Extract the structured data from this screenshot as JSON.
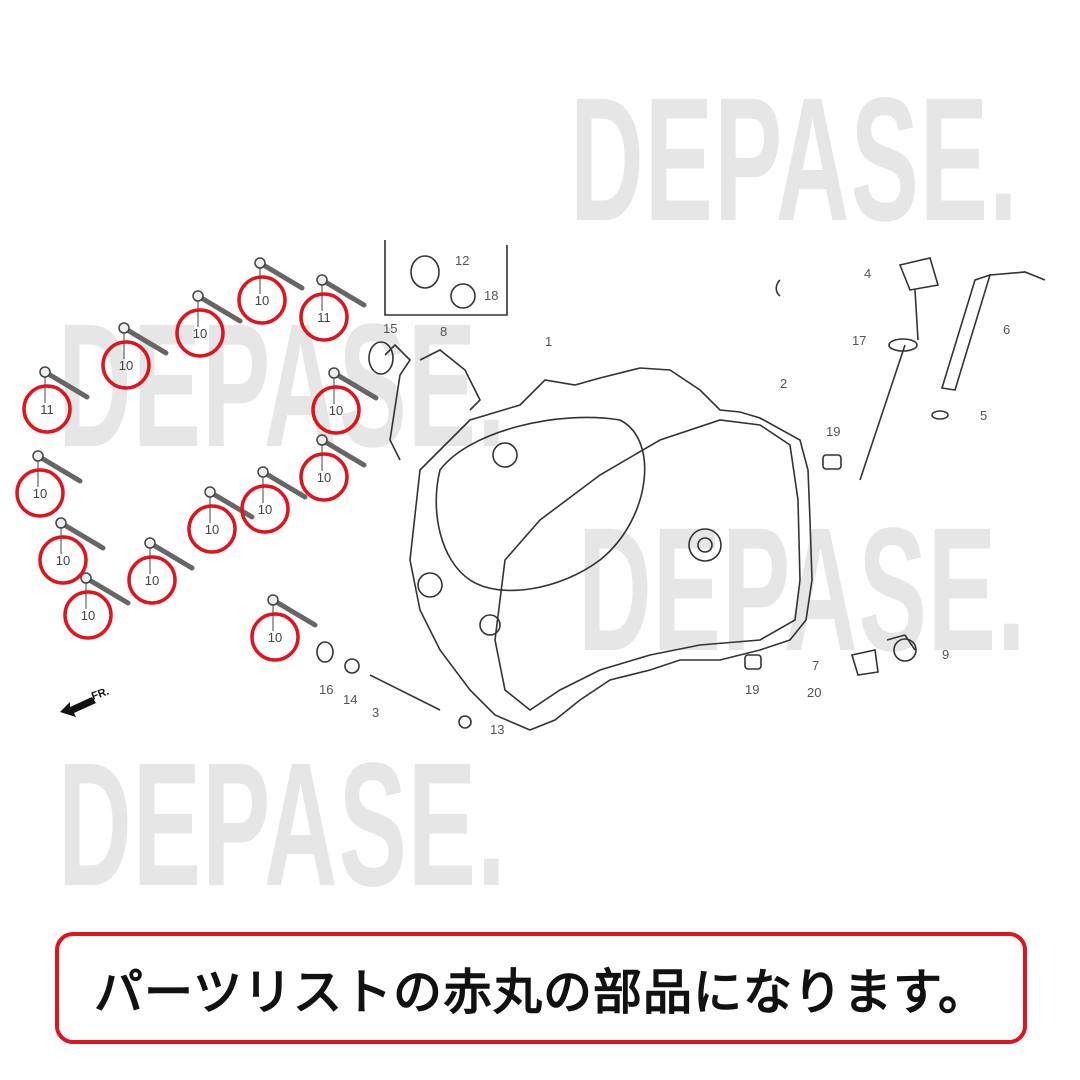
{
  "watermark": {
    "text": "DEPASE.",
    "color": "#e6e6e6"
  },
  "diagram": {
    "highlight_color": "#e0141c",
    "circled_parts": [
      "11",
      "10",
      "10",
      "10",
      "11",
      "10",
      "10",
      "10",
      "10",
      "10",
      "10",
      "10",
      "10",
      "10"
    ],
    "part_labels": [
      "12",
      "18",
      "15",
      "8",
      "1",
      "2",
      "4",
      "17",
      "6",
      "5",
      "19",
      "9",
      "7",
      "20",
      "19",
      "16",
      "14",
      "3",
      "13"
    ],
    "direction_label": "FR."
  },
  "caption": {
    "text": "パーツリストの赤丸の部品になります。",
    "border_color": "#e0141c"
  }
}
